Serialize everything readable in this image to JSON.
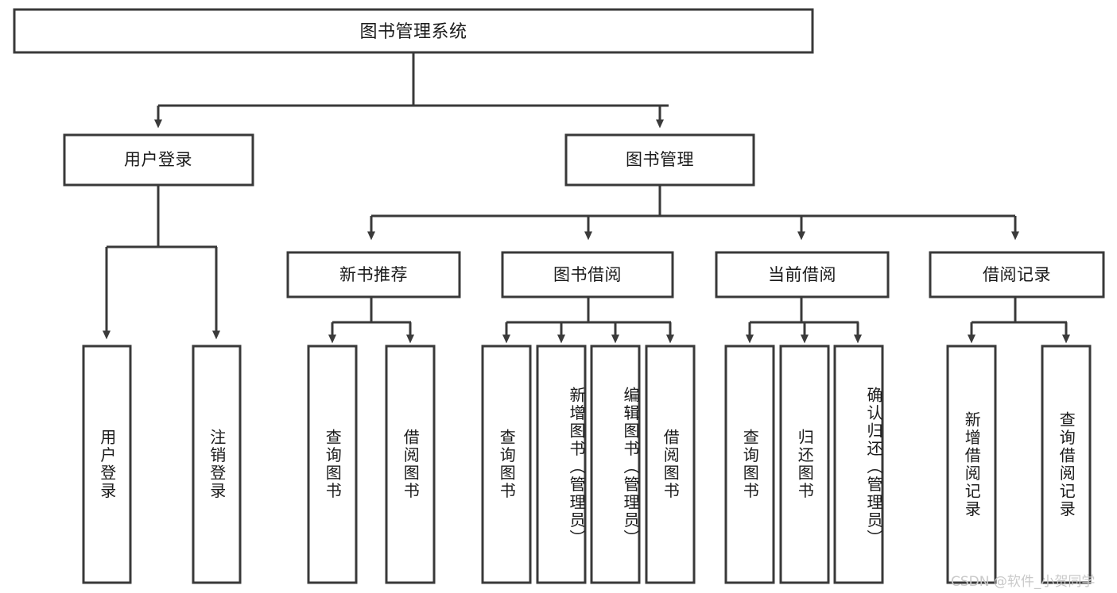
{
  "diagram": {
    "type": "tree",
    "title": "图书管理系统",
    "watermark": "CSDN @软件_小贺同学",
    "colors": {
      "background": "#ffffff",
      "box_stroke": "#393939",
      "box_fill": "#ffffff",
      "connector": "#393939",
      "text": "#1a1a1a",
      "watermark": "#c9c9c9"
    },
    "levels": {
      "root": {
        "label": "图书管理系统"
      },
      "level2": [
        {
          "id": "user-login",
          "label": "用户登录"
        },
        {
          "id": "book-manage",
          "label": "图书管理"
        }
      ],
      "level3": [
        {
          "id": "new-book-recommend",
          "label": "新书推荐",
          "parent": "book-manage"
        },
        {
          "id": "book-borrow",
          "label": "图书借阅",
          "parent": "book-manage"
        },
        {
          "id": "current-borrow",
          "label": "当前借阅",
          "parent": "book-manage"
        },
        {
          "id": "borrow-record",
          "label": "借阅记录",
          "parent": "book-manage"
        }
      ],
      "leaves": [
        {
          "id": "leaf-user-login",
          "label": "用户登录",
          "parent": "user-login"
        },
        {
          "id": "leaf-user-logout",
          "label": "注销登录",
          "parent": "user-login"
        },
        {
          "id": "leaf-query-book-1",
          "label": "查询图书",
          "parent": "new-book-recommend"
        },
        {
          "id": "leaf-borrow-book-1",
          "label": "借阅图书",
          "parent": "new-book-recommend"
        },
        {
          "id": "leaf-query-book-2",
          "label": "查询图书",
          "parent": "book-borrow"
        },
        {
          "id": "leaf-add-book",
          "label": "新增图书（管理员）",
          "parent": "book-borrow"
        },
        {
          "id": "leaf-edit-book",
          "label": "编辑图书（管理员）",
          "parent": "book-borrow"
        },
        {
          "id": "leaf-borrow-book-2",
          "label": "借阅图书",
          "parent": "book-borrow"
        },
        {
          "id": "leaf-query-book-3",
          "label": "查询图书",
          "parent": "current-borrow"
        },
        {
          "id": "leaf-return-book",
          "label": "归还图书",
          "parent": "current-borrow"
        },
        {
          "id": "leaf-confirm-return",
          "label": "确认归还（管理员）",
          "parent": "current-borrow"
        },
        {
          "id": "leaf-add-record",
          "label": "新增借阅记录",
          "parent": "borrow-record"
        },
        {
          "id": "leaf-query-record",
          "label": "查询借阅记录",
          "parent": "borrow-record"
        }
      ]
    }
  }
}
